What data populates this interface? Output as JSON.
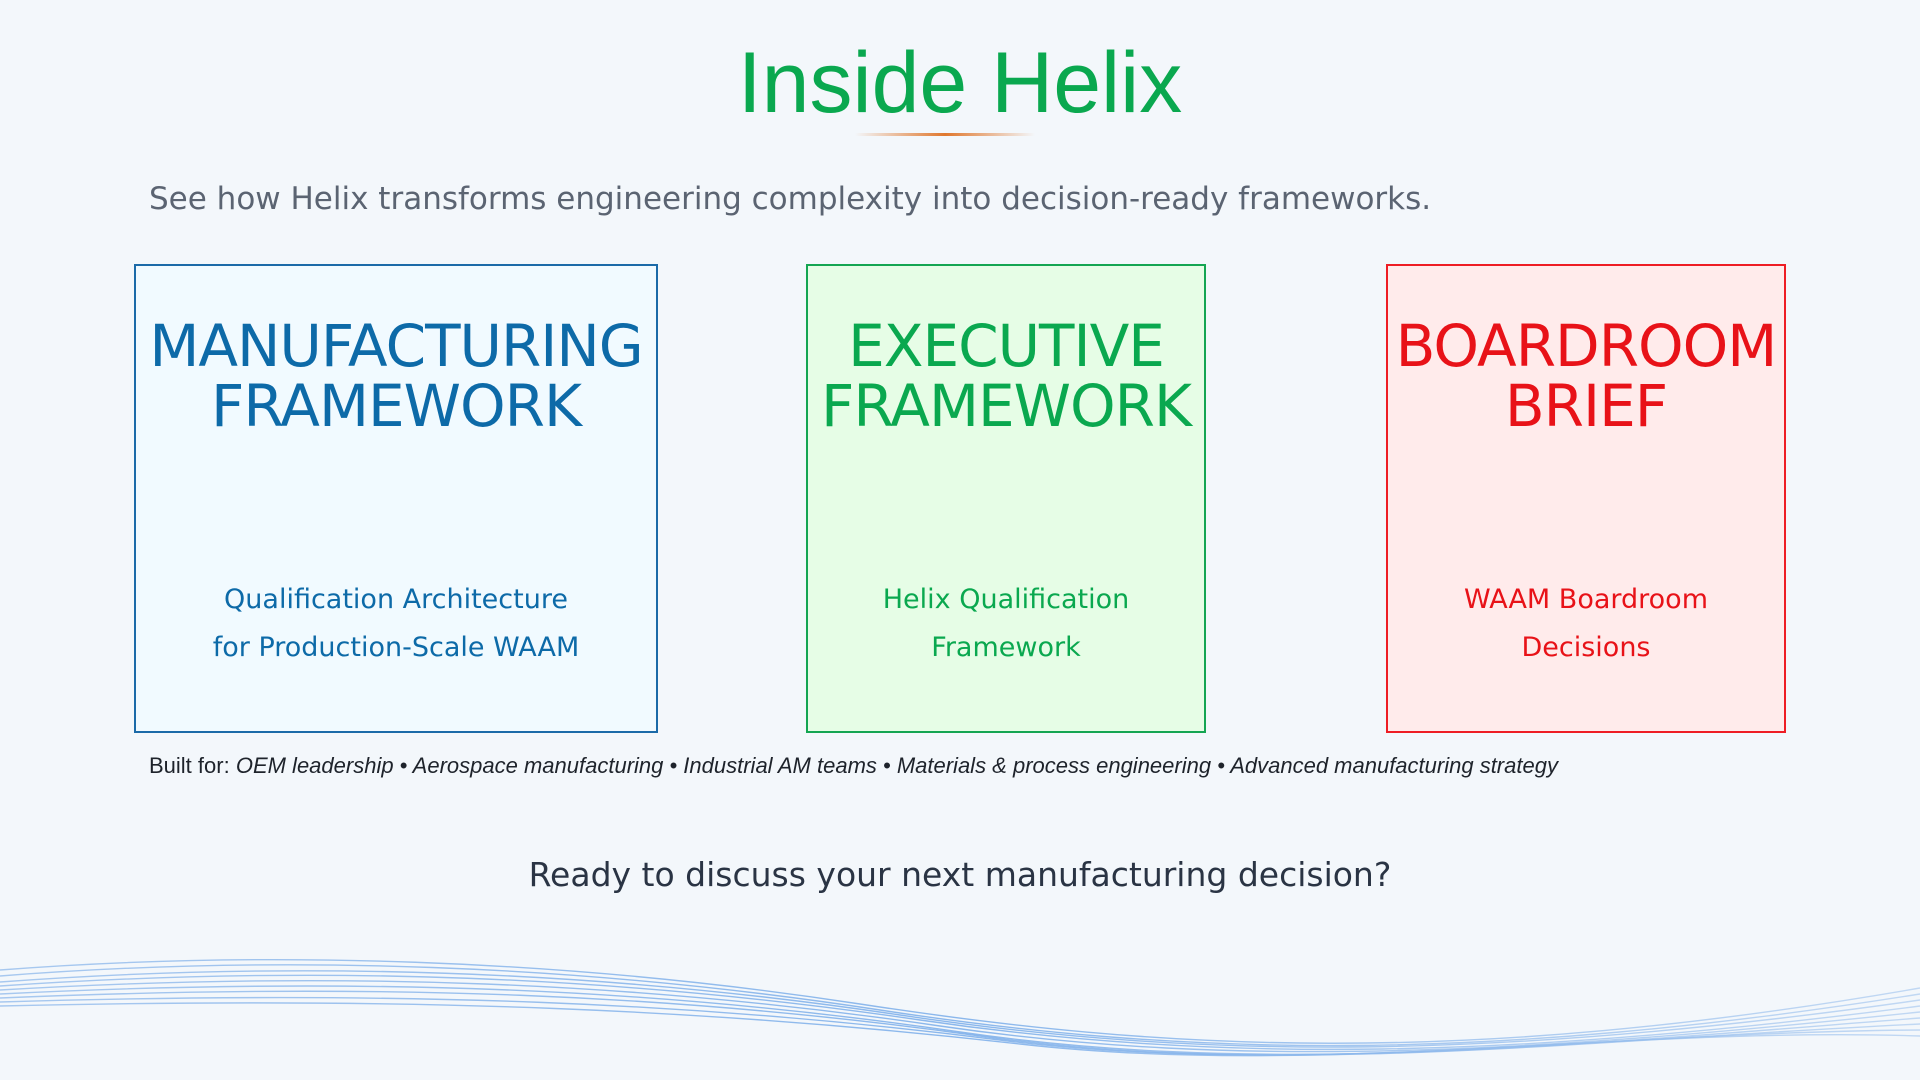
{
  "header": {
    "title": "Inside Helix",
    "subtitle": "See how Helix transforms engineering complexity into decision-ready frameworks."
  },
  "cards": [
    {
      "heading_line1": "MANUFACTURING",
      "heading_line2": "FRAMEWORK",
      "desc_line1": "Qualification Architecture",
      "desc_line2": "for Production-Scale WAAM",
      "color": "#0d6aa8"
    },
    {
      "heading_line1": "EXECUTIVE",
      "heading_line2": "FRAMEWORK",
      "desc_line1": "Helix Qualification",
      "desc_line2": "Framework",
      "color": "#0aa84f"
    },
    {
      "heading_line1": "BOARDROOM",
      "heading_line2": "BRIEF",
      "desc_line1": "WAAM Boardroom",
      "desc_line2": "Decisions",
      "color": "#e81218"
    }
  ],
  "built_for": {
    "label": "Built for:",
    "audience": "OEM leadership • Aerospace manufacturing • Industrial AM teams • Materials & process engineering • Advanced manufacturing strategy"
  },
  "cta": {
    "text": "Ready to discuss your next manufacturing decision?"
  },
  "colors": {
    "title_green": "#0aa84f",
    "accent_orange": "#e0782e",
    "background": "#f3f7fb"
  }
}
